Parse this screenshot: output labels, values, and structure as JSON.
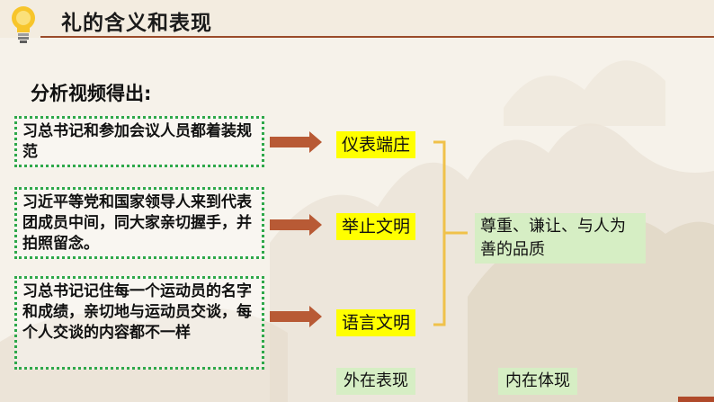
{
  "header": {
    "title": "礼的含义和表现"
  },
  "subtitle": "分析视频得出:",
  "sources": [
    {
      "text": "习总书记和参加会议人员都着装规范"
    },
    {
      "text": "习近平等党和国家领导人来到代表团成员中间，同大家亲切握手，并拍照留念。"
    },
    {
      "text": "习总书记记住每一个运动员的名字和成绩，亲切地与运动员交谈，每个人交谈的内容都不一样"
    }
  ],
  "traits": [
    {
      "text": "仪表端庄"
    },
    {
      "text": "举止文明"
    },
    {
      "text": "语言文明"
    }
  ],
  "result": {
    "text": "尊重、谦让、与人为善的品质"
  },
  "bottom_labels": {
    "outer": "外在表现",
    "inner": "内在体现"
  },
  "colors": {
    "dotted_border": "#2ea84a",
    "trait_fill": "#ffff00",
    "label_fill": "#d6eec4",
    "arrow_fill": "#b85a35",
    "bracket": "#f0c14a",
    "header_line": "#9a4b2a"
  },
  "icons": {
    "header": "lightbulb-icon"
  }
}
